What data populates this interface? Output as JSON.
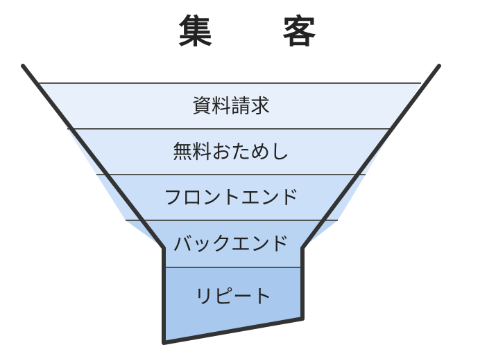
{
  "title": "集　　客",
  "stages": [
    {
      "label": "資料請求",
      "color": "#e8f1fb"
    },
    {
      "label": "無料おためし",
      "color": "#dbe9fa"
    },
    {
      "label": "フロントエンド",
      "color": "#cbe0f8"
    },
    {
      "label": "バックエンド",
      "color": "#b9d4f3"
    },
    {
      "label": "リピート",
      "color": "#a9c8ee"
    }
  ],
  "colors": {
    "outline": "#333333",
    "divider": "#555555"
  }
}
